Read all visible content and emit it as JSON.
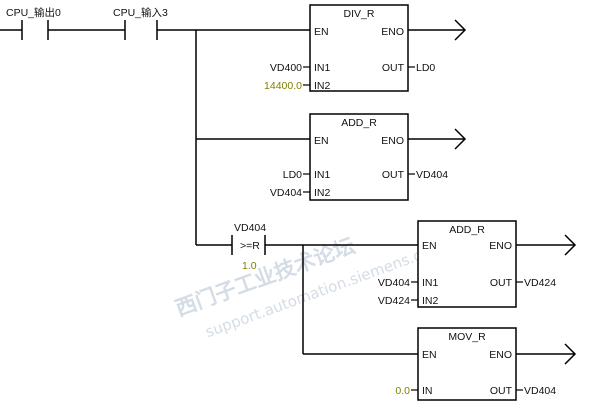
{
  "colors": {
    "line": "#000000",
    "label": "#111111",
    "constant": "#808000",
    "watermark": "#b9c6d6"
  },
  "watermark": {
    "line1": "西门子工业技术论坛",
    "line2": "support.automation.siemens.com.cn"
  },
  "contacts": {
    "cpu_out0": "CPU_输出0",
    "cpu_in3": "CPU_输入3"
  },
  "compare": {
    "operand1": "VD404",
    "op": ">=R",
    "operand2": "1.0"
  },
  "blocks": {
    "div_r": {
      "title": "DIV_R",
      "en": "EN",
      "eno": "ENO",
      "in1": "IN1",
      "in2": "IN2",
      "out": "OUT",
      "in1_operand": "VD400",
      "in2_operand": "14400.0",
      "out_operand": "LD0"
    },
    "add_r_1": {
      "title": "ADD_R",
      "en": "EN",
      "eno": "ENO",
      "in1": "IN1",
      "in2": "IN2",
      "out": "OUT",
      "in1_operand": "LD0",
      "in2_operand": "VD404",
      "out_operand": "VD404"
    },
    "add_r_2": {
      "title": "ADD_R",
      "en": "EN",
      "eno": "ENO",
      "in1": "IN1",
      "in2": "IN2",
      "out": "OUT",
      "in1_operand": "VD404",
      "in2_operand": "VD424",
      "out_operand": "VD424"
    },
    "mov_r": {
      "title": "MOV_R",
      "en": "EN",
      "eno": "ENO",
      "in": "IN",
      "out": "OUT",
      "in_operand": "0.0",
      "out_operand": "VD404"
    }
  }
}
